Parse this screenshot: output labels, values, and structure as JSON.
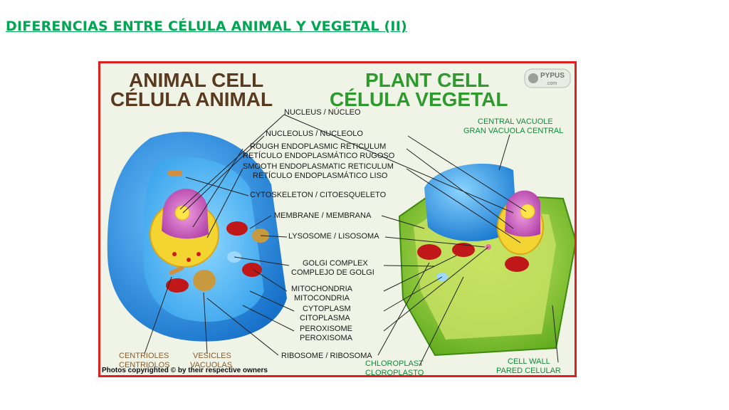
{
  "slide": {
    "title": "DIFERENCIAS ENTRE CÉLULA ANIMAL Y VEGETAL (II)"
  },
  "diagram": {
    "animal_title_en": "ANIMAL CELL",
    "animal_title_es": "CÉLULA ANIMAL",
    "plant_title_en": "PLANT CELL",
    "plant_title_es": "CÉLULA VEGETAL",
    "logo_text": "PYPUS",
    "logo_sub": ".com",
    "copyright": "Photos copyrighted © by their respective owners",
    "labels": {
      "nucleus": "NUCLEUS / NÚCLEO",
      "nucleolus": "NUCLEOLUS / NUCLEOLO",
      "rough_er_en": "ROUGH ENDOPLASMIC RETICULUM",
      "rough_er_es": "RETÍCULO ENDOPLASMÁTICO RUGOSO",
      "smooth_er_en": "SMOOTH ENDOPLASMATIC RETICULUM",
      "smooth_er_es": "RETÍCULO ENDOPLASMÁTICO LISO",
      "cytoskeleton": "CYTOSKELETON / CITOESQUELETO",
      "membrane": "MEMBRANE / MEMBRANA",
      "lysosome": "LYSOSOME / LISOSOMA",
      "golgi_en": "GOLGI COMPLEX",
      "golgi_es": "COMPLEJO DE GOLGI",
      "mito_en": "MITOCHONDRIA",
      "mito_es": "MITOCONDRIA",
      "cytoplasm_en": "CYTOPLASM",
      "cytoplasm_es": "CITOPLASMA",
      "peroxisome_en": "PEROXISOME",
      "peroxisome_es": "PEROXISOMA",
      "ribosome": "RIBOSOME / RIBOSOMA",
      "central_vacuole_en": "CENTRAL VACUOLE",
      "central_vacuole_es": "GRAN VACUOLA CENTRAL",
      "centrioles_en": "CENTRIOLES",
      "centrioles_es": "CENTRIOLOS",
      "vesicles_en": "VESICLES",
      "vesicles_es": "VACUOLAS",
      "chloroplast_en": "CHLOROPLAST",
      "chloroplast_es": "CLOROPLASTO",
      "cell_wall_en": "CELL WALL",
      "cell_wall_es": "PARED CELULAR"
    },
    "colors": {
      "animal_title": "#5a3a1f",
      "plant_title": "#2e9a2e",
      "title_text": "#00a651",
      "frame_border": "#e02020",
      "animal_cell": "#2a8ee0",
      "plant_cell": "#7cc82c"
    }
  }
}
